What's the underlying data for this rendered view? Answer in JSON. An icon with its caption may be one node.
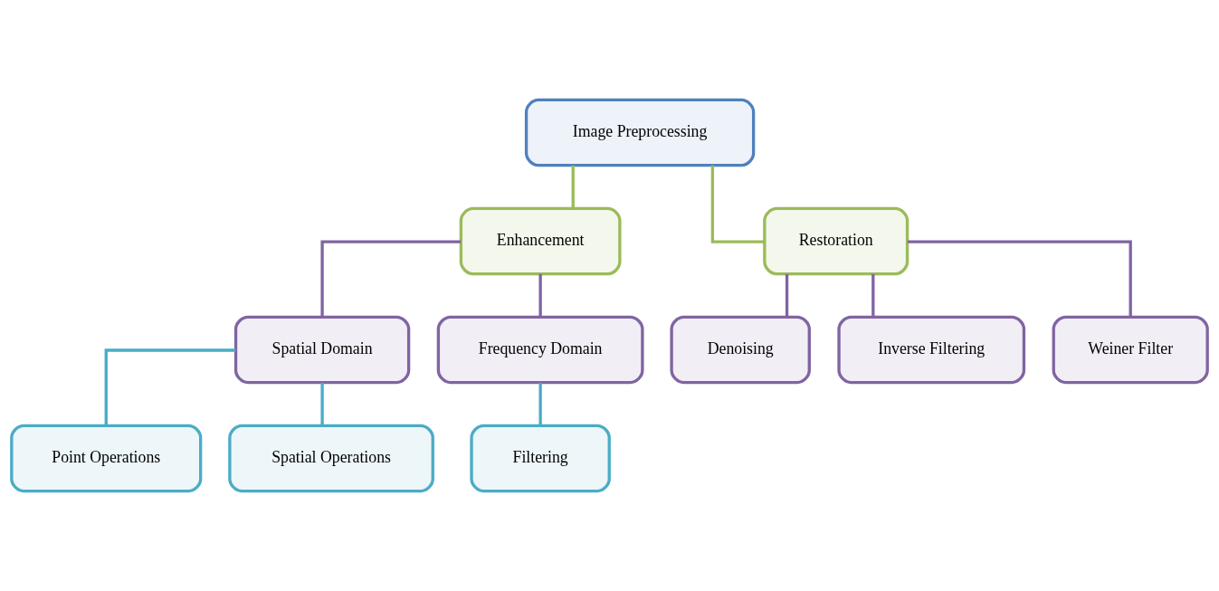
{
  "diagram": {
    "nodes": [
      {
        "text": [
          "Image Preprocessing"
        ]
      },
      {
        "text": [
          "Enhancement"
        ]
      },
      {
        "text": [
          "Restoration"
        ]
      },
      {
        "text": [
          "Spatial Domain"
        ]
      },
      {
        "text": [
          "Frequency Domain"
        ]
      },
      {
        "text": [
          "Denoising"
        ]
      },
      {
        "text": [
          "Inverse Filtering"
        ]
      },
      {
        "text": [
          "Weiner Filter"
        ]
      },
      {
        "text": [
          "Point Operations"
        ]
      },
      {
        "text": [
          "Spatial Operations"
        ]
      },
      {
        "text": [
          "Filtering"
        ]
      }
    ],
    "edges": [
      {
        "from": 0,
        "to": 1,
        "arrow": "none",
        "color": "#9bbb59"
      },
      {
        "from": 0,
        "to": 2,
        "arrow": "none",
        "color": "#9bbb59"
      },
      {
        "from": 1,
        "to": 3,
        "arrow": "none"
      },
      {
        "from": 1,
        "to": 4,
        "arrow": "none"
      },
      {
        "from": 2,
        "to": 5,
        "arrow": "none"
      },
      {
        "from": 2,
        "to": 6,
        "arrow": "none"
      },
      {
        "from": 2,
        "to": 7,
        "arrow": "none"
      },
      {
        "from": 3,
        "to": 8,
        "arrow": "none",
        "color": "#4bacc6"
      },
      {
        "from": 3,
        "to": 9,
        "arrow": "none",
        "color": "#4bacc6"
      },
      {
        "from": 4,
        "to": 10,
        "arrow": "none",
        "color": "#4bacc6"
      }
    ]
  }
}
